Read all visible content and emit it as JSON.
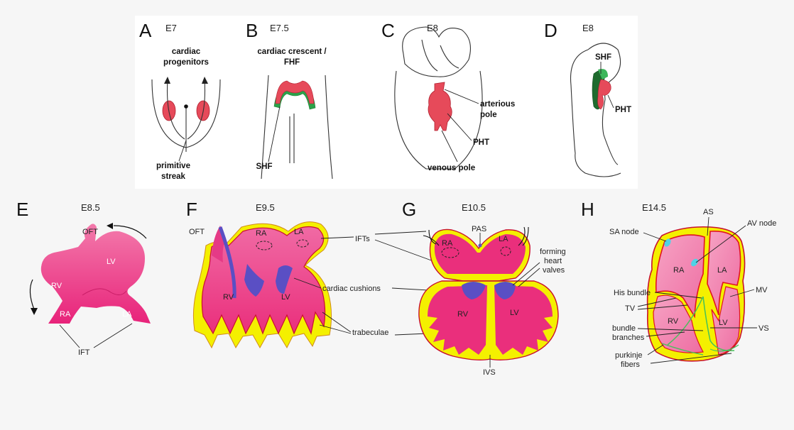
{
  "colors": {
    "background": "#f6f6f6",
    "top_panel_bg": "#ffffff",
    "cardiac_red": "#e64a5a",
    "shf_green": "#2aa34a",
    "heart_pink": "#ec2f79",
    "heart_pink_light": "#f37aab",
    "trabeculae_yellow": "#f4f000",
    "outer_wall": "#c8102e",
    "cushion_blue": "#5a4fc4",
    "sa_node_cyan": "#4fd3e6",
    "conduction_green": "#45c15a"
  },
  "panels": {
    "A": {
      "letter": "A",
      "stage": "E7",
      "labels": {
        "progenitors_1": "cardiac",
        "progenitors_2": "progenitors",
        "streak_1": "primitive",
        "streak_2": "streak"
      }
    },
    "B": {
      "letter": "B",
      "stage": "E7.5",
      "labels": {
        "crescent_1": "cardiac crescent /",
        "crescent_2": "FHF",
        "shf": "SHF"
      }
    },
    "C": {
      "letter": "C",
      "stage": "E8",
      "labels": {
        "arterious_1": "arterious",
        "arterious_2": "pole",
        "pht": "PHT",
        "venous": "venous pole"
      }
    },
    "D": {
      "letter": "D",
      "stage": "E8",
      "labels": {
        "shf": "SHF",
        "pht": "PHT"
      }
    },
    "E": {
      "letter": "E",
      "stage": "E8.5",
      "labels": {
        "oft": "OFT",
        "lv": "LV",
        "rv": "RV",
        "ra": "RA",
        "la": "LA",
        "ift": "IFT"
      }
    },
    "F": {
      "letter": "F",
      "stage": "E9.5",
      "labels": {
        "oft": "OFT",
        "ra": "RA",
        "la": "LA",
        "rv": "RV",
        "lv": "LV"
      }
    },
    "G": {
      "letter": "G",
      "stage": "E10.5",
      "labels": {
        "pas": "PAS",
        "ra": "RA",
        "la": "LA",
        "rv": "RV",
        "lv": "LV",
        "ivs": "IVS",
        "valves_1": "forming",
        "valves_2": "heart",
        "valves_3": "valves"
      }
    },
    "H": {
      "letter": "H",
      "stage": "E14.5",
      "labels": {
        "as": "AS",
        "sa_node": "SA node",
        "av_node": "AV node",
        "ra": "RA",
        "la": "LA",
        "his": "His bundle",
        "mv": "MV",
        "tv": "TV",
        "rv": "RV",
        "lv": "LV",
        "vs": "VS",
        "bundle_1": "bundle",
        "bundle_2": "branches",
        "purkinje_1": "purkinje",
        "purkinje_2": "fibers"
      }
    }
  },
  "shared_labels": {
    "ifts": "IFTs",
    "cardiac_cushions": "cardiac cushions",
    "trabeculae": "trabeculae"
  }
}
